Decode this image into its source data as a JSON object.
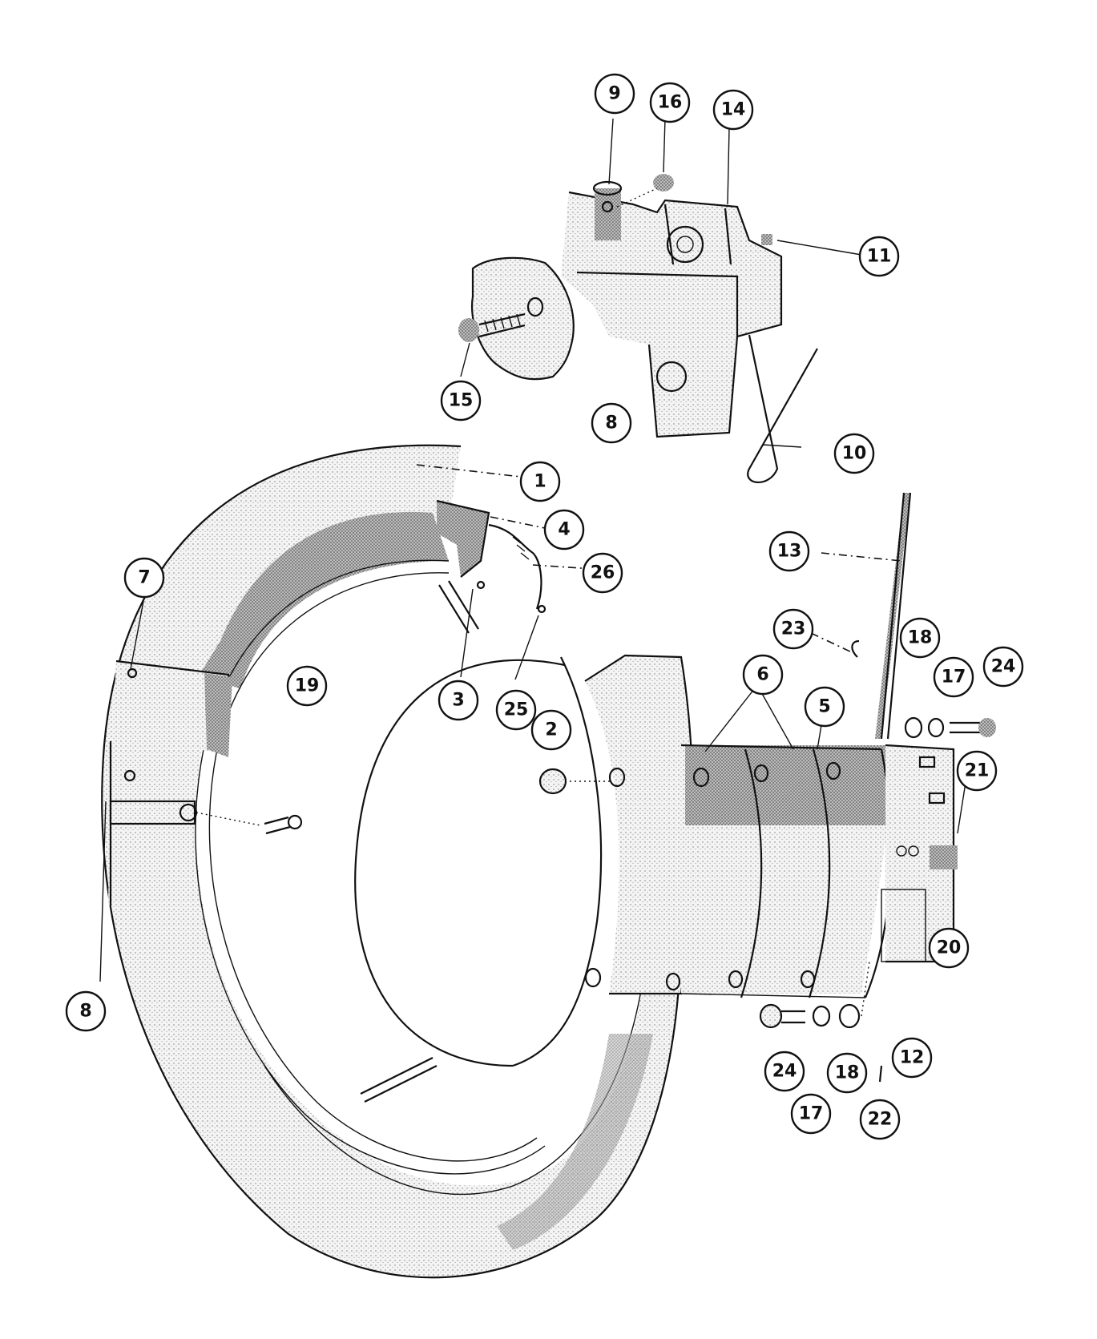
{
  "diagram": {
    "callouts": {
      "c1": "1",
      "c2": "2",
      "c3": "3",
      "c4": "4",
      "c5": "5",
      "c6": "6",
      "c7": "7",
      "c8_top": "8",
      "c8_left": "8",
      "c9": "9",
      "c10": "10",
      "c11": "11",
      "c12": "12",
      "c13": "13",
      "c14": "14",
      "c15": "15",
      "c16": "16",
      "c17_top": "17",
      "c17_bottom": "17",
      "c18_top": "18",
      "c18_bottom": "18",
      "c19": "19",
      "c20": "20",
      "c21": "21",
      "c22": "22",
      "c23": "23",
      "c24_top": "24",
      "c24_bottom": "24",
      "c25": "25",
      "c26": "26"
    }
  }
}
